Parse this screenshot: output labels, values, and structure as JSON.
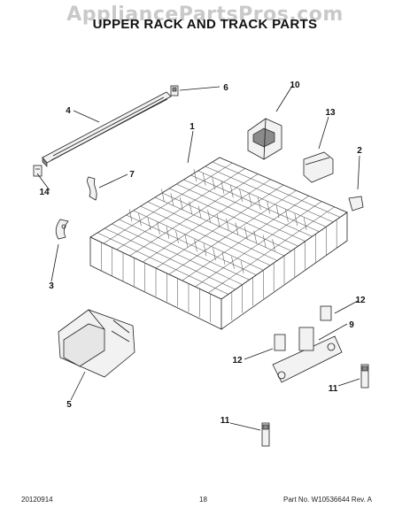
{
  "watermark": "AppliancePartsPros.com",
  "title": "UPPER RACK AND TRACK PARTS",
  "footer": {
    "date": "20120914",
    "page": "18",
    "part_no": "Part No. W10536644 Rev. A"
  },
  "callouts": [
    {
      "id": "1",
      "label": "1"
    },
    {
      "id": "2",
      "label": "2"
    },
    {
      "id": "3",
      "label": "3"
    },
    {
      "id": "4",
      "label": "4"
    },
    {
      "id": "5",
      "label": "5"
    },
    {
      "id": "6",
      "label": "6"
    },
    {
      "id": "7",
      "label": "7"
    },
    {
      "id": "9",
      "label": "9"
    },
    {
      "id": "10",
      "label": "10"
    },
    {
      "id": "11a",
      "label": "11"
    },
    {
      "id": "11b",
      "label": "11"
    },
    {
      "id": "12a",
      "label": "12"
    },
    {
      "id": "12b",
      "label": "12"
    },
    {
      "id": "13",
      "label": "13"
    },
    {
      "id": "14",
      "label": "14"
    }
  ]
}
